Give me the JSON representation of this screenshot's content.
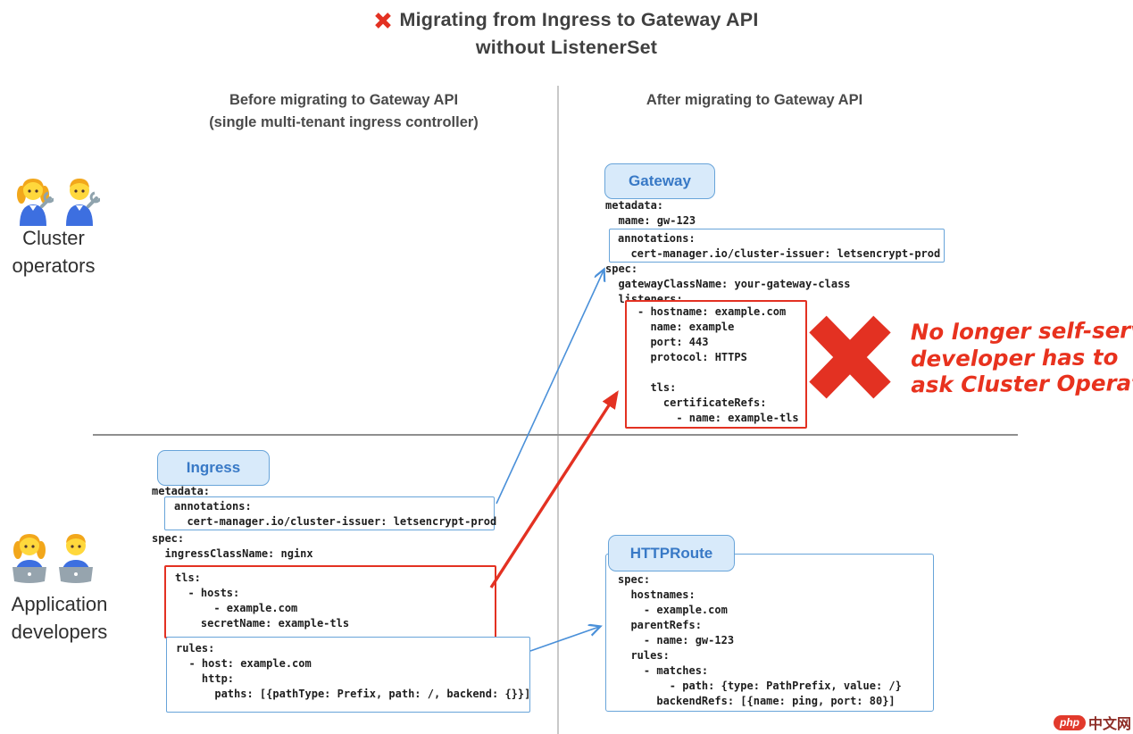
{
  "title": {
    "line1": "Migrating from Ingress to Gateway API",
    "line2": "without ListenerSet"
  },
  "headers": {
    "before_line1": "Before migrating to Gateway API",
    "before_line2": "(single multi-tenant ingress controller)",
    "after": "After migrating to Gateway API"
  },
  "actors": {
    "operators": {
      "label": "Cluster operators",
      "icons": [
        "woman-mechanic-emoji",
        "man-mechanic-emoji"
      ]
    },
    "developers": {
      "label": "Application developers",
      "icons": [
        "woman-technologist-emoji",
        "man-technologist-emoji"
      ]
    }
  },
  "gateway": {
    "label": "Gateway",
    "meta_lines": [
      "metadata:",
      "  mame: gw-123"
    ],
    "annotations_lines": [
      "annotations:",
      "  cert-manager.io/cluster-issuer: letsencrypt-prod"
    ],
    "spec_lines": [
      "spec:",
      "  gatewayClassName: your-gateway-class",
      "  listeners:"
    ],
    "listener_lines": [
      "- hostname: example.com",
      "  name: example",
      "  port: 443",
      "  protocol: HTTPS",
      "",
      "  tls:",
      "    certificateRefs:",
      "      - name: example-tls"
    ]
  },
  "ingress": {
    "label": "Ingress",
    "meta_lines": [
      "metadata:"
    ],
    "annotations_lines": [
      "annotations:",
      "  cert-manager.io/cluster-issuer: letsencrypt-prod"
    ],
    "spec_lines": [
      "spec:",
      "  ingressClassName: nginx"
    ],
    "tls_lines": [
      "tls:",
      "  - hosts:",
      "      - example.com",
      "    secretName: example-tls"
    ],
    "rules_lines": [
      "rules:",
      "  - host: example.com",
      "    http:",
      "      paths: [{pathType: Prefix, path: /, backend: {}}]"
    ]
  },
  "httproute": {
    "label": "HTTPRoute",
    "spec_lines": [
      "spec:",
      "  hostnames:",
      "    - example.com",
      "  parentRefs:",
      "    - name: gw-123",
      "  rules:",
      "    - matches:",
      "        - path: {type: PathPrefix, value: /}",
      "      backendRefs: [{name: ping, port: 80}]"
    ]
  },
  "note": {
    "lines": [
      "No longer self-service:",
      "developer has to",
      "ask Cluster Operator"
    ]
  },
  "watermark": {
    "badge": "php",
    "text": "中文网"
  },
  "colors": {
    "accent_blue_border": "#68a4d9",
    "label_fill": "#d8eafa",
    "label_text": "#3879c6",
    "alert_red": "#e33122",
    "arrow_blue": "#4a90d9",
    "code_text": "#1d1d1d",
    "divider_light": "#c9c9c9",
    "divider_dark": "#8f8f8f"
  }
}
